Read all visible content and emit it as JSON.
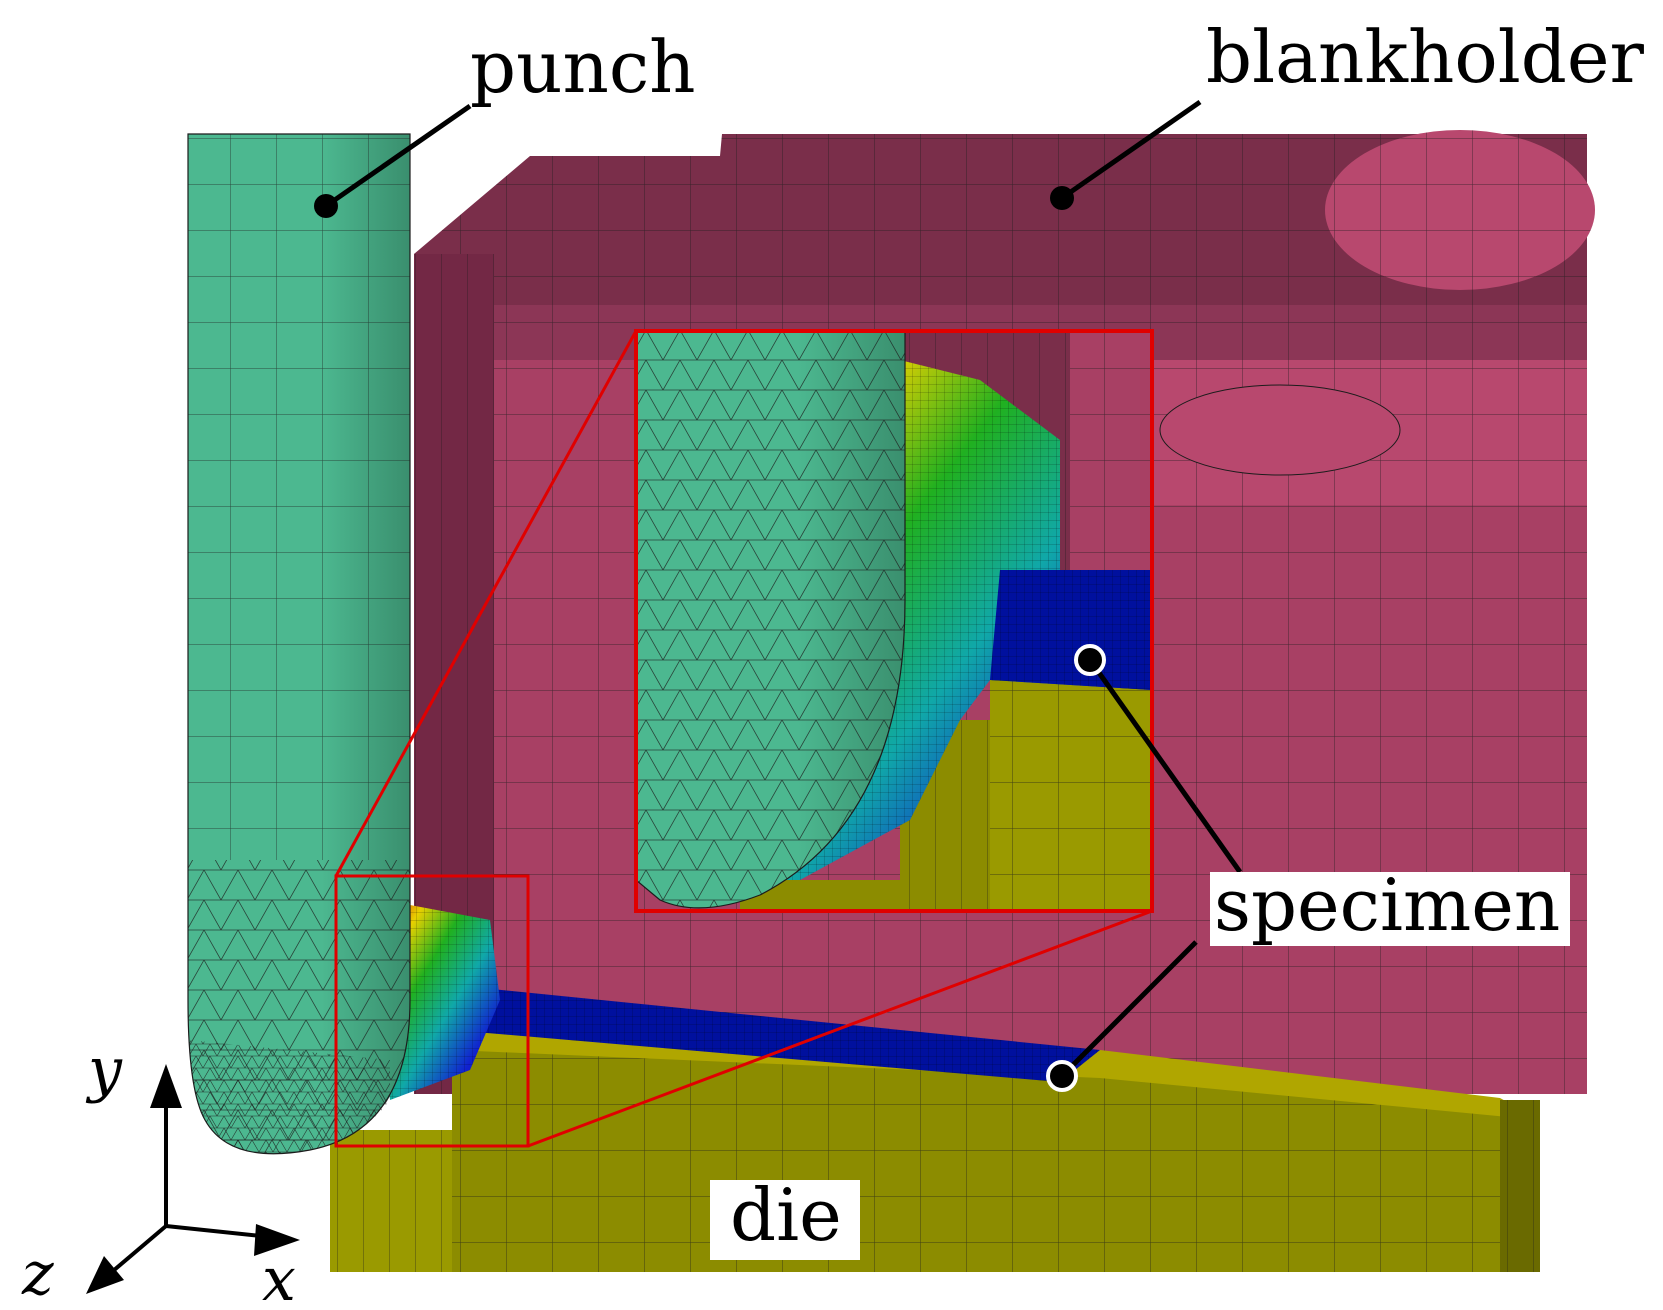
{
  "labels": {
    "punch": "punch",
    "blankholder": "blankholder",
    "specimen": "specimen",
    "die": "die"
  },
  "axes": {
    "x": "x",
    "y": "y",
    "z": "z"
  },
  "colors": {
    "punch": "#4cb890",
    "punch_shadow": "#3f9c78",
    "blankholder_top": "#7a2e4a",
    "blankholder_face": "#a84064",
    "blankholder_light": "#b8486e",
    "blankholder_dark": "#732845",
    "die_face": "#8c8c00",
    "die_top": "#b0a600",
    "specimen": "#00109e",
    "callout": "#e00000",
    "mesh": "#1c1c1c"
  }
}
